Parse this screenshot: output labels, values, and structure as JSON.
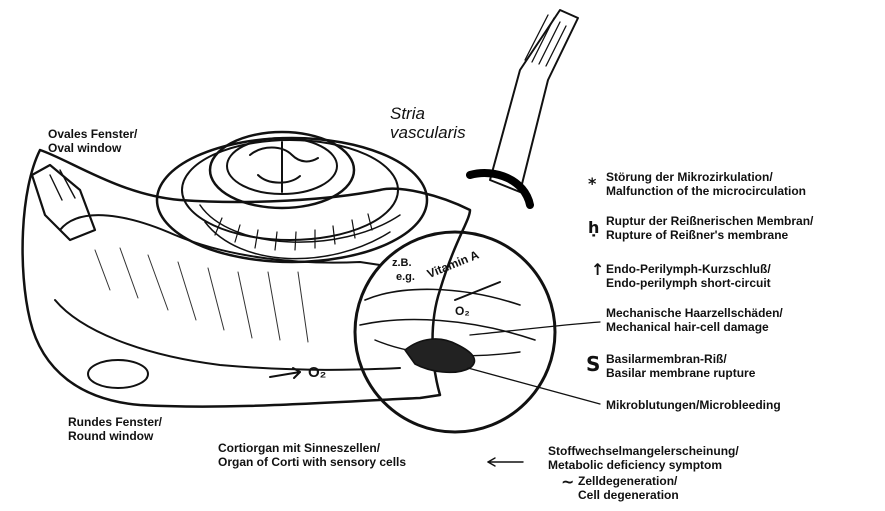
{
  "labels": {
    "oval_window": [
      "Ovales Fenster/",
      "Oval window"
    ],
    "round_window": [
      "Rundes Fenster/",
      "Round window"
    ],
    "stria": [
      "Stria",
      "vascularis"
    ],
    "corti": [
      "Cortiorgan mit Sinneszellen/",
      "Organ of Corti with sensory cells"
    ],
    "o2_left": "O₂",
    "o2_lens": "O₂",
    "zb": "z.B.",
    "eg": "e.g.",
    "vitamin": "Vitamin A"
  },
  "legend": [
    {
      "symbol": "*",
      "lines": [
        "Störung der Mikrozirkulation/",
        "Malfunction of the microcirculation"
      ],
      "icon": "asterisk-icon"
    },
    {
      "symbol": "ḥ",
      "lines": [
        "Ruptur der Reißnerischen Membran/",
        "Rupture of Reißner's membrane"
      ],
      "icon": "reissner-rupture-icon"
    },
    {
      "symbol": "↑",
      "lines": [
        "Endo-Perilymph-Kurzschluß/",
        "Endo-perilymph short-circuit"
      ],
      "icon": "short-circuit-icon"
    },
    {
      "symbol": "",
      "lines": [
        "Mechanische Haarzellschäden/",
        "Mechanical hair-cell damage"
      ],
      "icon": "hair-cell-damage-icon"
    },
    {
      "symbol": "S",
      "lines": [
        "Basilarmembran-Riß/",
        "Basilar membrane rupture"
      ],
      "icon": "basilar-rupture-icon"
    },
    {
      "symbol": "",
      "lines": [
        "Mikroblutungen/Microbleeding"
      ],
      "icon": "microbleeding-icon"
    },
    {
      "symbol": "",
      "lines": [
        "Stoffwechselmangelerscheinung/",
        "Metabolic deficiency symptom"
      ],
      "icon": "metabolic-deficiency-icon"
    },
    {
      "symbol": "~",
      "lines": [
        "Zelldegeneration/",
        "Cell degeneration"
      ],
      "icon": "cell-degeneration-icon"
    }
  ]
}
